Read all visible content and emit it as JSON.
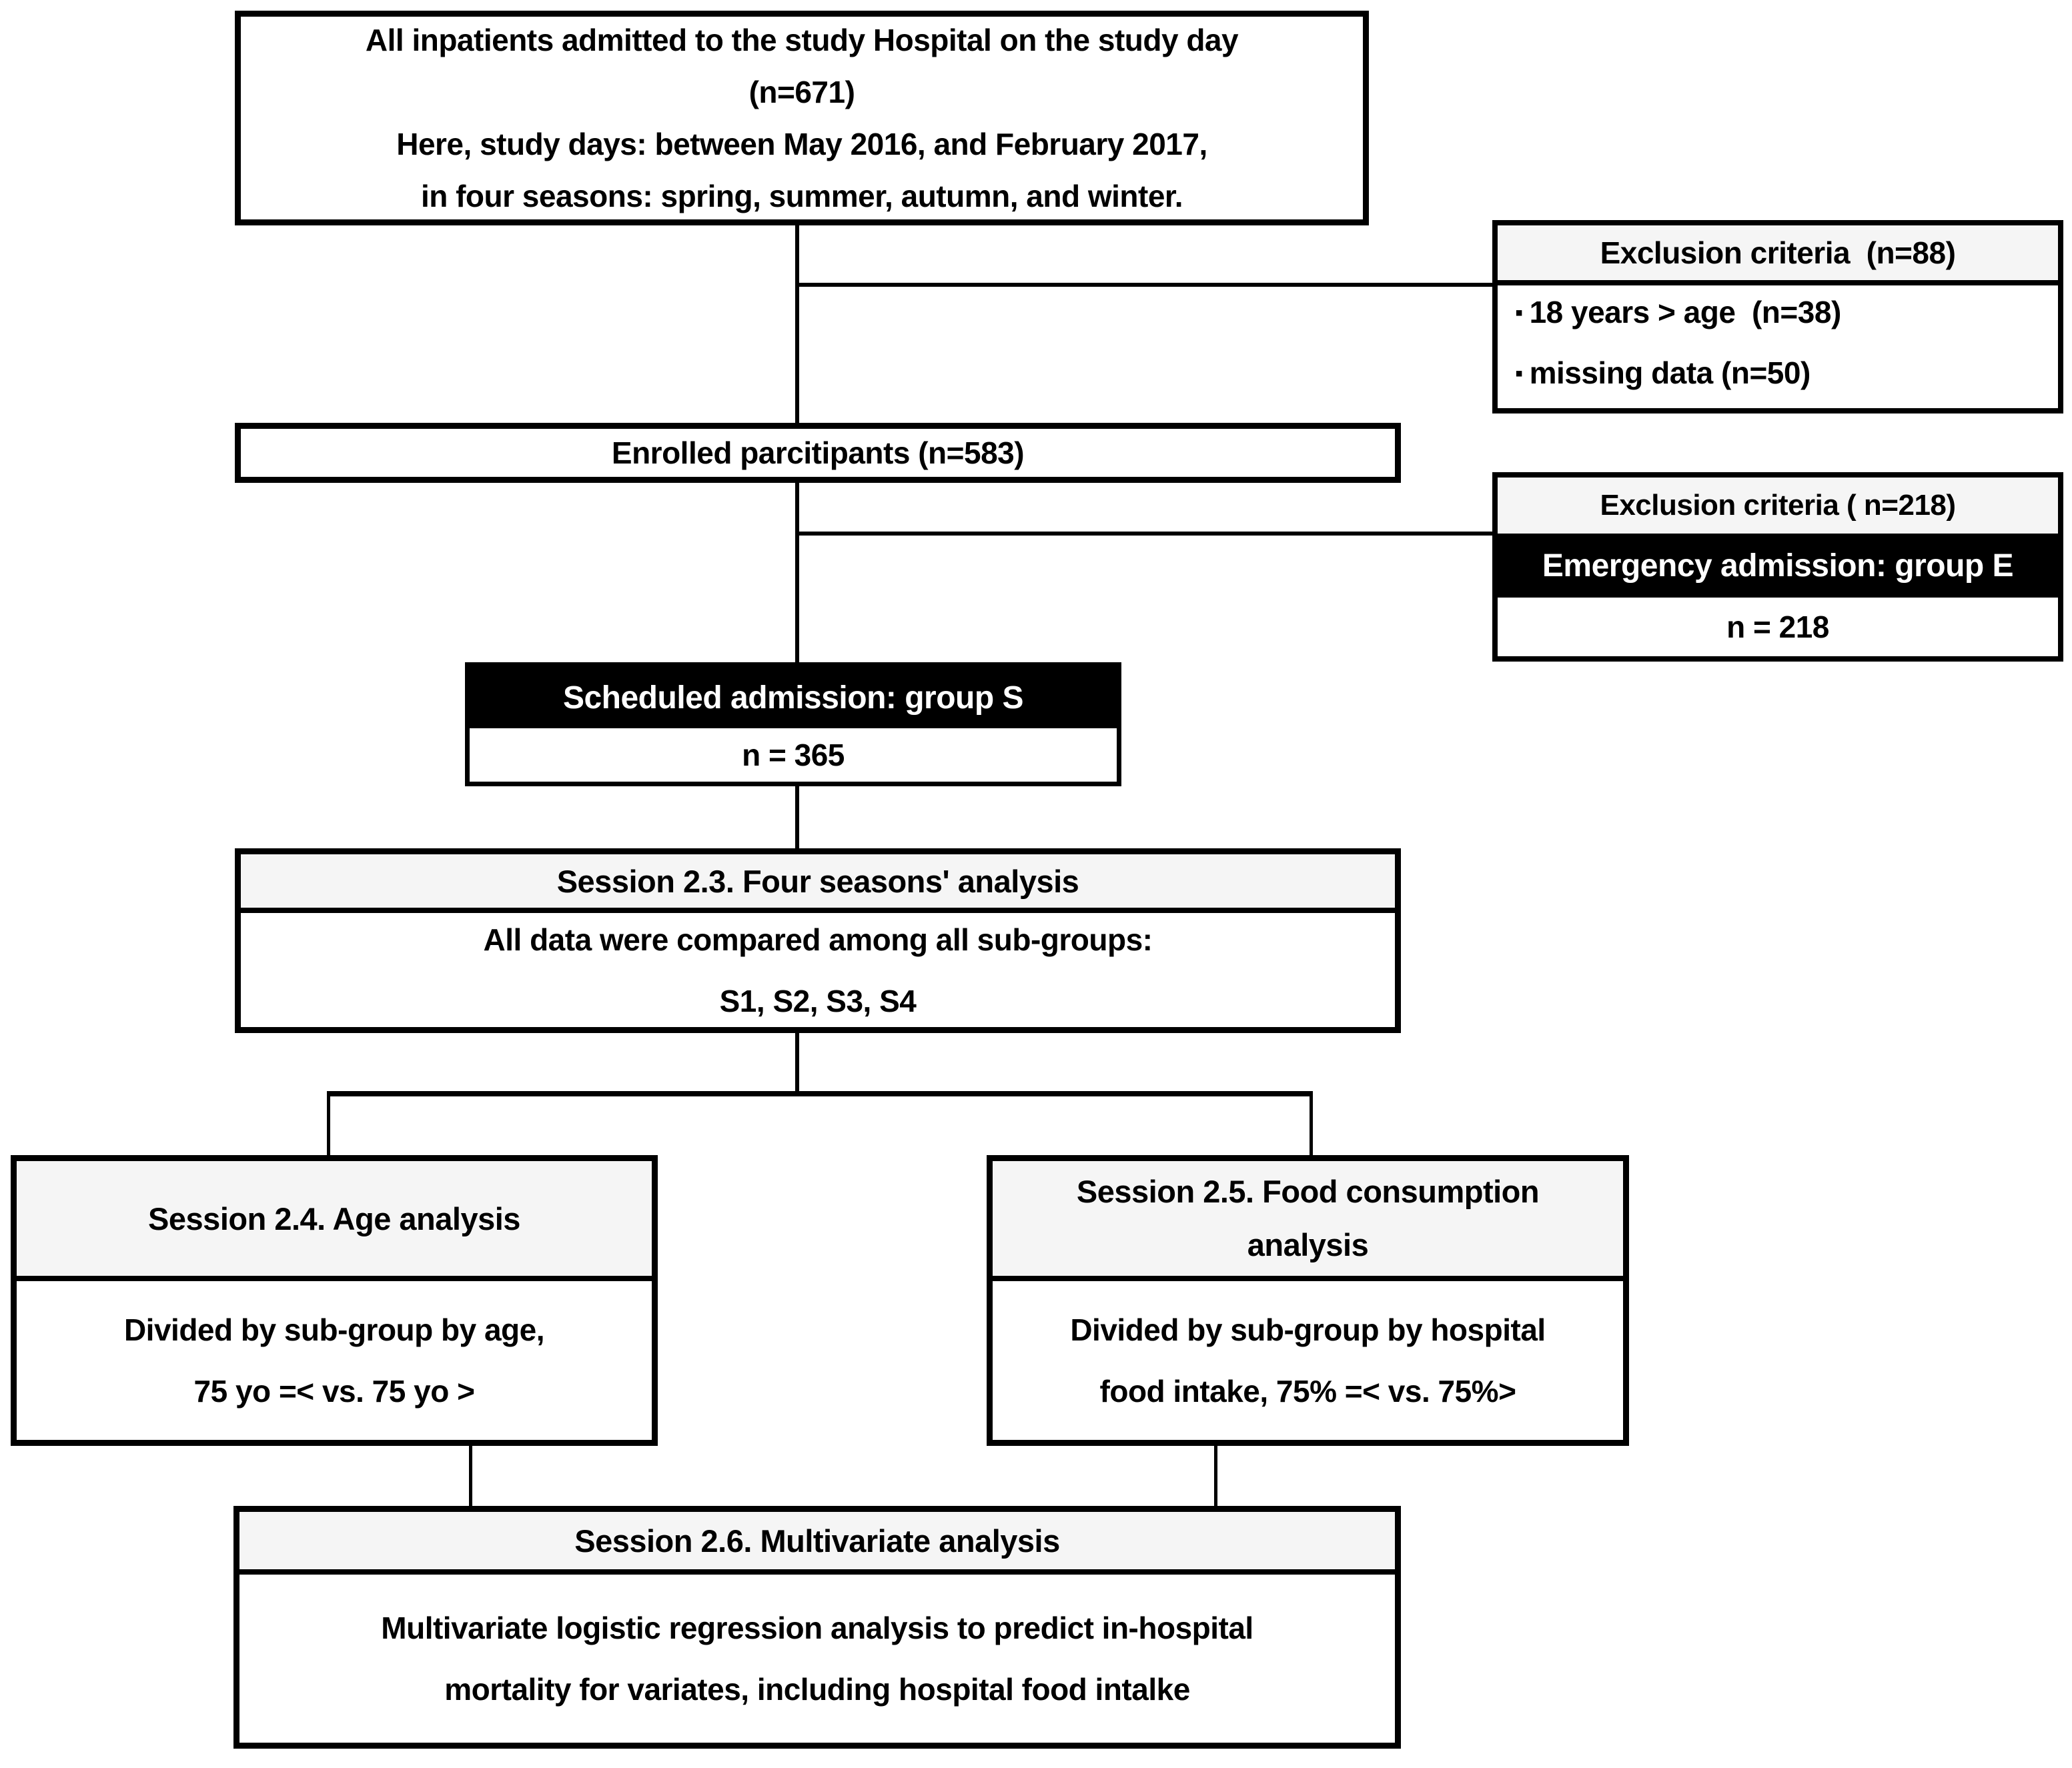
{
  "figure": {
    "colors": {
      "header_bg": "#f5f5f5",
      "band_bg": "#000000",
      "band_text": "#ffffff",
      "border": "#000000",
      "page_bg": "#ffffff"
    },
    "top_box": {
      "lines": [
        "All inpatients admitted to the study Hospital on the study day",
        "(n=671)",
        "Here, study days: between May 2016, and February 2017,",
        "in four seasons: spring, summer, autumn, and winter."
      ]
    },
    "exclusion1": {
      "title": "Exclusion criteria  (n=88)",
      "bullet": "▪",
      "items": [
        "18 years > age  (n=38)",
        "missing data (n=50)"
      ]
    },
    "enrolled": {
      "label": "Enrolled parcitipants (n=583)"
    },
    "exclusion2": {
      "title": "Exclusion criteria ( n=218)",
      "group": "Emergency admission: group E",
      "count": "n = 218"
    },
    "scheduled": {
      "group": "Scheduled admission: group S",
      "count": "n = 365"
    },
    "session_2_3": {
      "title": "Session 2.3. Four seasons' analysis",
      "lines": [
        "All data were compared among all sub-groups:",
        "S1, S2, S3, S4"
      ]
    },
    "session_2_4": {
      "title": "Session 2.4. Age analysis",
      "lines": [
        "Divided by sub-group by age,",
        "75 yo =< vs. 75 yo >"
      ]
    },
    "session_2_5": {
      "title_lines": [
        "Session 2.5. Food consumption",
        "analysis"
      ],
      "lines": [
        "Divided by sub-group by hospital",
        "food intake, 75% =< vs. 75%>"
      ]
    },
    "session_2_6": {
      "title": "Session 2.6. Multivariate analysis",
      "lines": [
        "Multivariate logistic regression analysis to predict in-hospital",
        "mortality for variates, including hospital food intalke"
      ]
    }
  }
}
